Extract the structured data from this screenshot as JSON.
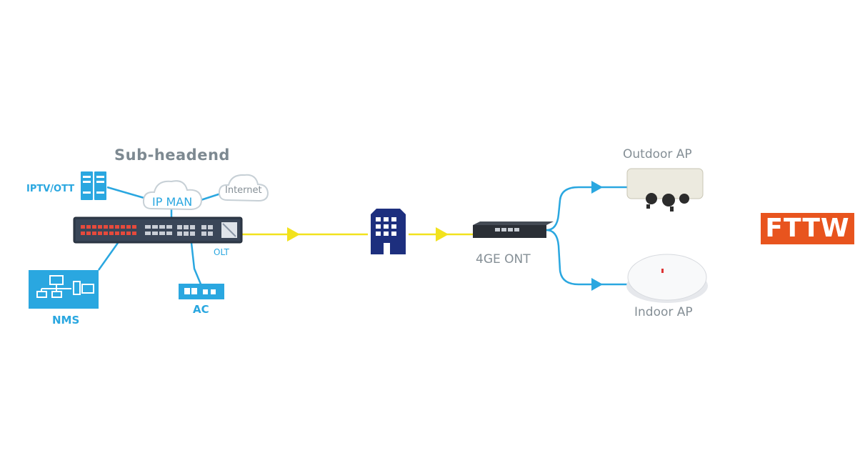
{
  "diagram": {
    "title": "Sub-headend",
    "nodes": {
      "iptv": "IPTV/OTT",
      "ip_man": "IP MAN",
      "internet": "Internet",
      "olt": "OLT",
      "nms": "NMS",
      "ac": "AC",
      "ont": "4GE ONT",
      "outdoor_ap": "Outdoor AP",
      "indoor_ap": "Indoor AP"
    },
    "badge": "FTTW"
  },
  "colors": {
    "blue_line": "#2aa7e0",
    "fiber_line": "#f2e21d",
    "building": "#1d2f7e",
    "badge": "#e8541e",
    "grey_text": "#858f96"
  },
  "icons": [
    "server-icon",
    "cloud-icon",
    "olt-switch",
    "nms-icon",
    "ac-icon",
    "building-icon",
    "ont-device",
    "outdoor-ap-device",
    "indoor-ap-device"
  ]
}
